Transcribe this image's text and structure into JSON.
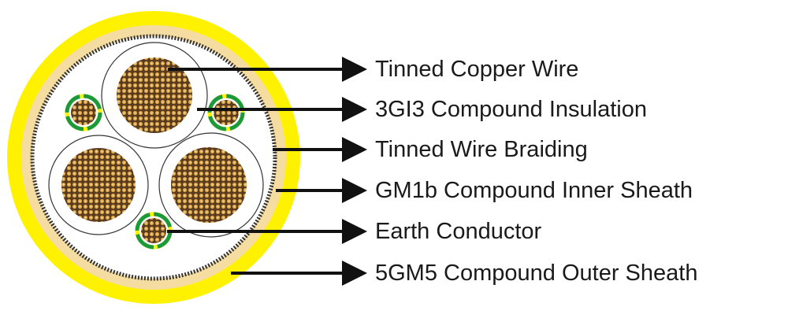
{
  "colors": {
    "outer_sheath": "#fff200",
    "inner_band": "#f5dca0",
    "braid": "#333333",
    "copper": "#6b4a2a",
    "strand": "#d9a441",
    "earth_green": "#1a9a3a",
    "earth_yellow": "#fff200"
  },
  "labels": [
    {
      "text": "Tinned Copper Wire"
    },
    {
      "text": "3GI3 Compound Insulation"
    },
    {
      "text": "Tinned Wire Braiding"
    },
    {
      "text": "GM1b Compound Inner Sheath"
    },
    {
      "text": "Earth Conductor"
    },
    {
      "text": "5GM5 Compound Outer Sheath"
    }
  ]
}
